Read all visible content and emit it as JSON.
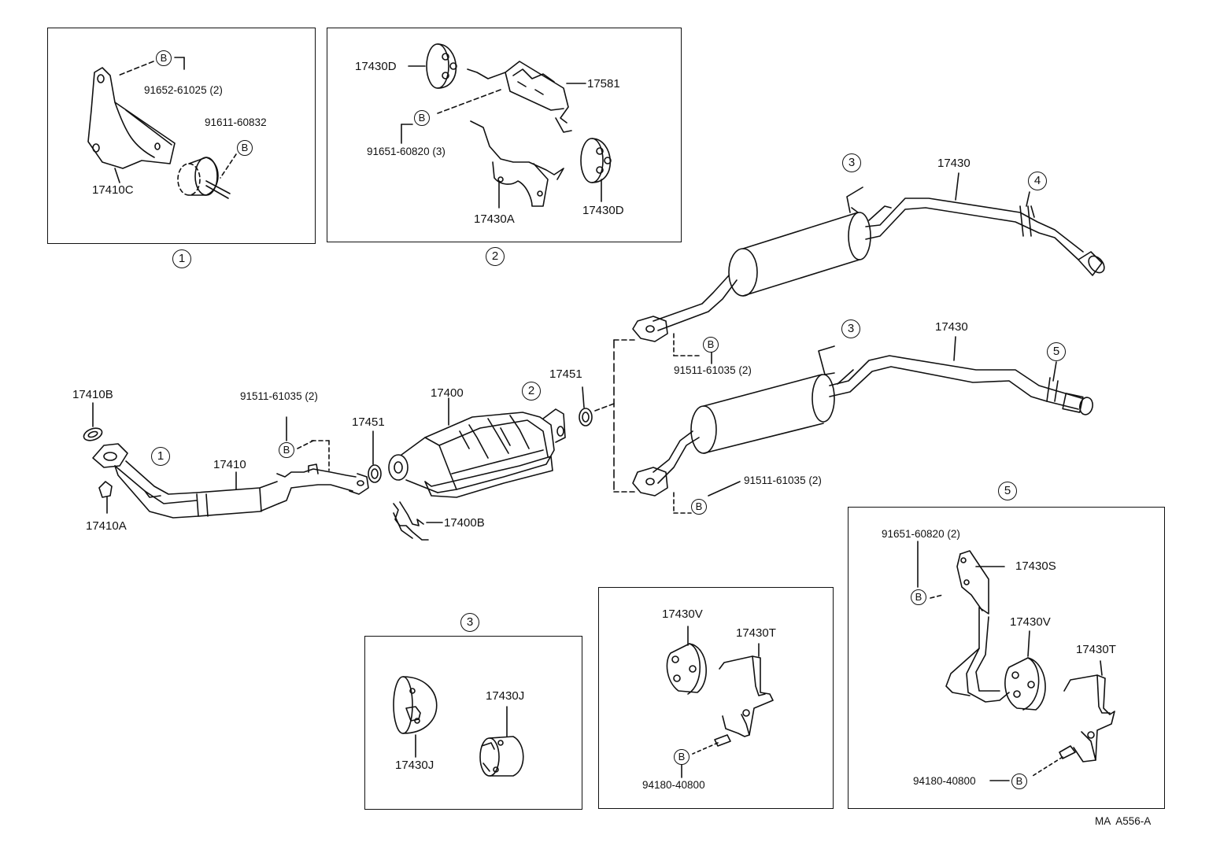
{
  "diagram": {
    "ref_code": "MA  A556-A",
    "callout_symbols": {
      "c1": "1",
      "c2": "2",
      "c3": "3",
      "c4": "4",
      "c5": "5",
      "bolt": "B"
    },
    "detail1": {
      "bolt1": "91652-61025 (2)",
      "bolt2": "91611-60832",
      "bracket": "17410C"
    },
    "detail2": {
      "insulator_top": "17430D",
      "bracket_top": "17581",
      "bolt": "91651-60820 (3)",
      "bracket_bottom": "17430A",
      "insulator_bottom": "17430D"
    },
    "main": {
      "gasket_left": "17410B",
      "nut": "17410A",
      "front_pipe": "17410",
      "bolt_front": "91511-61035 (2)",
      "gasket_mid": "17451",
      "converter": "17400",
      "converter_bracket": "17400B",
      "gasket_right": "17451",
      "tail_pipe_upper": "17430",
      "bolt_upper": "91511-61035 (2)",
      "tail_pipe_lower": "17430",
      "bolt_lower": "91511-61035 (2)"
    },
    "detail3": {
      "insulator_left": "17430J",
      "insulator_right": "17430J"
    },
    "detail4": {
      "insulator": "17430V",
      "bracket": "17430T",
      "bolt": "94180-40800"
    },
    "detail5": {
      "bolt_top": "91651-60820 (2)",
      "bracket_s": "17430S",
      "insulator": "17430V",
      "bracket_t": "17430T",
      "bolt_bottom": "94180-40800"
    }
  }
}
